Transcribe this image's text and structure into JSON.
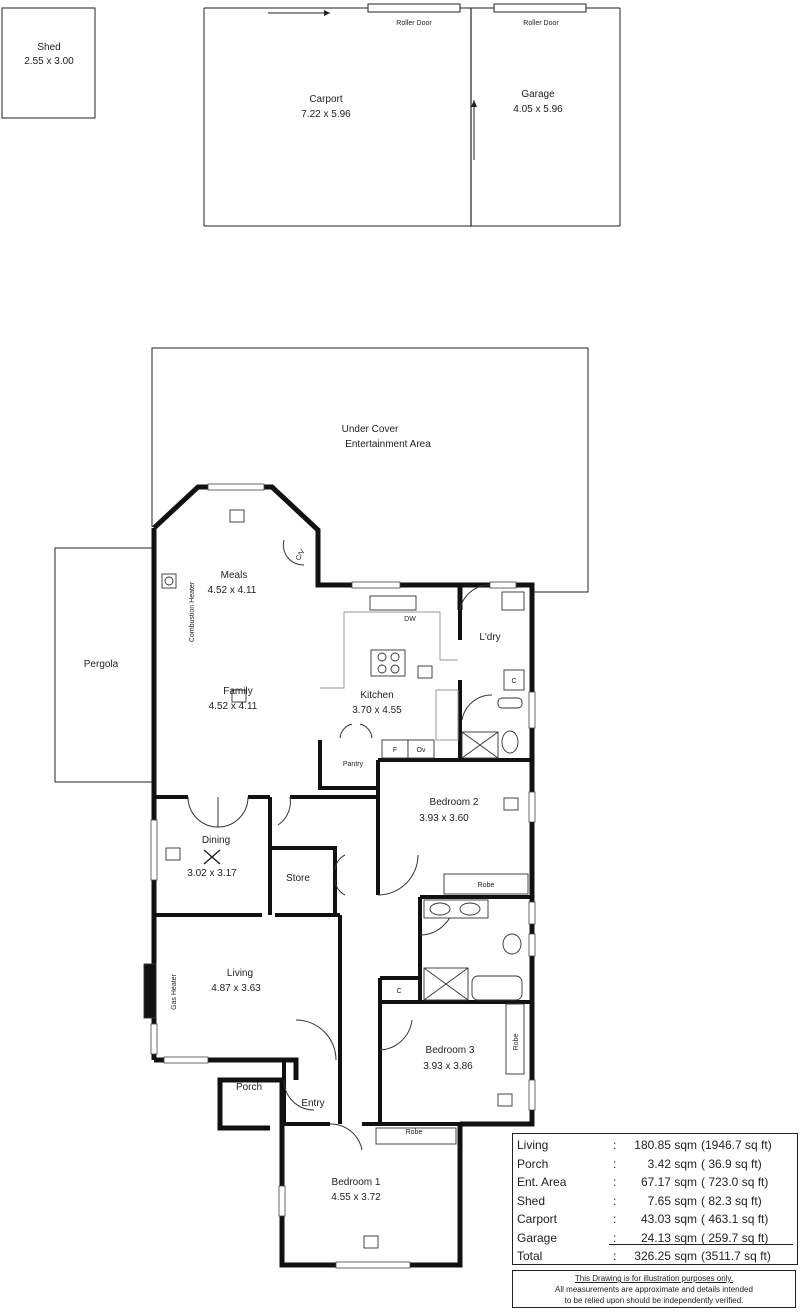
{
  "rooms": {
    "shed": {
      "name": "Shed",
      "dims": "2.55 x 3.00"
    },
    "carport": {
      "name": "Carport",
      "dims": "7.22 x 5.96"
    },
    "garage": {
      "name": "Garage",
      "dims": "4.05 x 5.96"
    },
    "roller_door_1": "Roller Door",
    "roller_door_2": "Roller Door",
    "entertainment_1": "Under Cover",
    "entertainment_2": "Entertainment Area",
    "meals": {
      "name": "Meals",
      "dims": "4.52 x 4.11"
    },
    "family": {
      "name": "Family",
      "dims": "4.52 x 4.11"
    },
    "kitchen": {
      "name": "Kitchen",
      "dims": "3.70 x 4.55"
    },
    "laundry": "L'dry",
    "pantry": "Pantry",
    "pergola": "Pergola",
    "bedroom2": {
      "name": "Bedroom 2",
      "dims": "3.93 x 3.60"
    },
    "dining": {
      "name": "Dining",
      "dims": "3.02 x 3.17"
    },
    "store": "Store",
    "living": {
      "name": "Living",
      "dims": "4.87 x 3.63"
    },
    "bedroom3": {
      "name": "Bedroom 3",
      "dims": "3.93 x 3.86"
    },
    "porch": "Porch",
    "entry": "Entry",
    "bedroom1": {
      "name": "Bedroom 1",
      "dims": "4.55 x 3.72"
    },
    "robe": "Robe",
    "robe2": "Robe",
    "robe3": "Robe",
    "combustion_heater": "Combustion Heater",
    "gas_heater": "Gas Heater",
    "dw": "DW",
    "cv": "C/V",
    "c": "C",
    "c2": "C",
    "f": "F",
    "ov": "Ov"
  },
  "areas": [
    {
      "name": "Living",
      "sep": ":",
      "sqm": "180.85 sqm",
      "sqft": "(1946.7 sq ft)"
    },
    {
      "name": "Porch",
      "sep": ":",
      "sqm": "3.42 sqm",
      "sqft": "( 36.9 sq ft)"
    },
    {
      "name": "Ent. Area",
      "sep": ":",
      "sqm": "67.17 sqm",
      "sqft": "( 723.0 sq ft)"
    },
    {
      "name": "Shed",
      "sep": ":",
      "sqm": "7.65 sqm",
      "sqft": "( 82.3 sq ft)"
    },
    {
      "name": "Carport",
      "sep": ":",
      "sqm": "43.03 sqm",
      "sqft": "( 463.1 sq ft)"
    },
    {
      "name": "Garage",
      "sep": ":",
      "sqm": "24.13 sqm",
      "sqft": "( 259.7 sq ft)"
    },
    {
      "name": "Total",
      "sep": ":",
      "sqm": "326.25 sqm",
      "sqft": "(3511.7 sq ft)"
    }
  ],
  "disclaimer": {
    "line1": "This Drawing is for illustration purposes only.",
    "line2": "All measurements are approximate and details intended",
    "line3": "to be relied upon should be independently verified."
  }
}
